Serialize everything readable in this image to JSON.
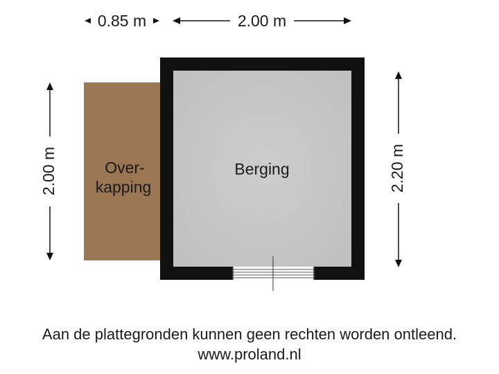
{
  "dimensions": {
    "top_left_width": "0.85 m",
    "top_right_width": "2.00 m",
    "left_height": "2.00 m",
    "right_height": "2.20 m"
  },
  "rooms": {
    "overkapping_line1": "Over-",
    "overkapping_line2": "kapping",
    "berging": "Berging"
  },
  "colors": {
    "overkapping_fill": "#9b7652",
    "berging_fill": "#cacaca",
    "wall": "#111111"
  },
  "footer": {
    "disclaimer": "Aan de plattegronden kunnen geen rechten worden ontleend.",
    "website": "www.proland.nl"
  }
}
